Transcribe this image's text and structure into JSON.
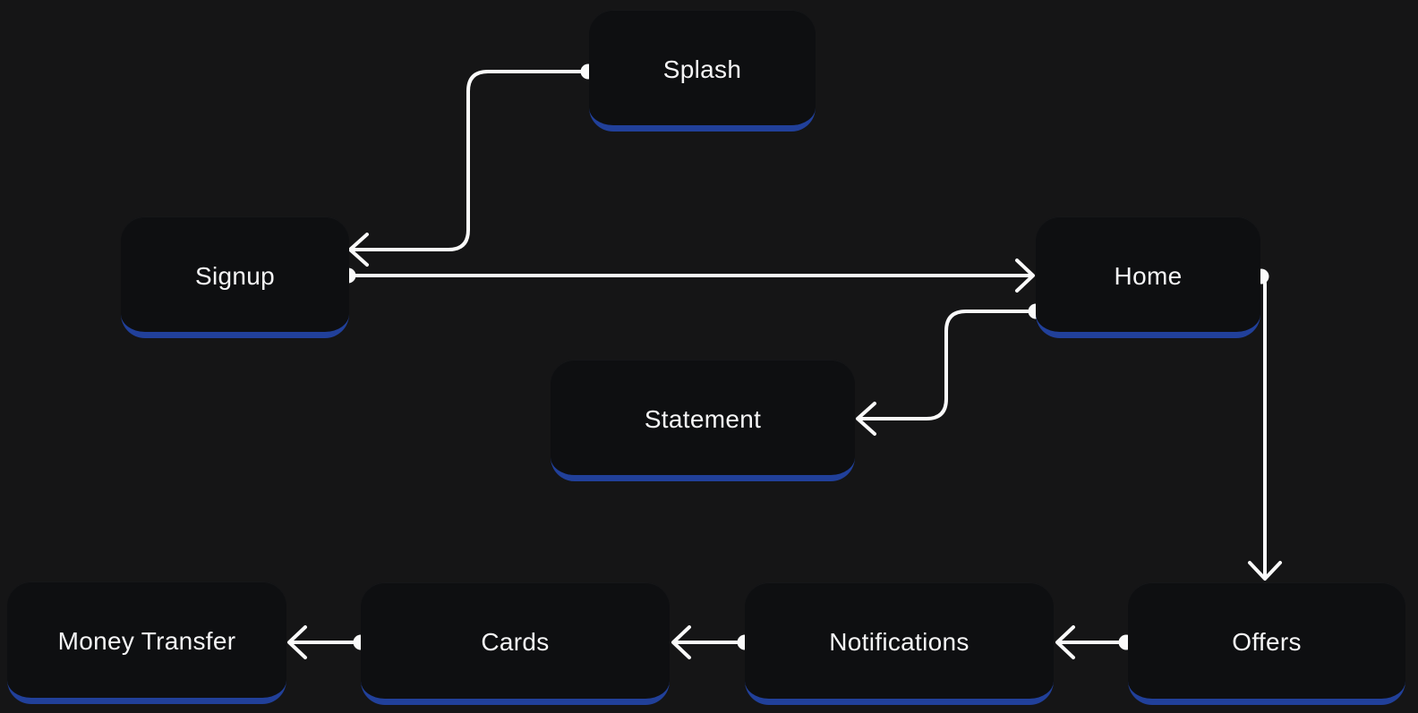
{
  "diagram": {
    "type": "user-flow",
    "colors": {
      "canvas-bg": "#151516",
      "node-fill": "#0e0f11",
      "node-accent": "#21409a",
      "connector": "#fafafa",
      "label": "#f5f5f6"
    },
    "nodes": [
      {
        "id": "splash",
        "label": "Splash"
      },
      {
        "id": "signup",
        "label": "Signup"
      },
      {
        "id": "home",
        "label": "Home"
      },
      {
        "id": "statement",
        "label": "Statement"
      },
      {
        "id": "money-transfer",
        "label": "Money Transfer"
      },
      {
        "id": "cards",
        "label": "Cards"
      },
      {
        "id": "notifications",
        "label": "Notifications"
      },
      {
        "id": "offers",
        "label": "Offers"
      }
    ],
    "edges": [
      {
        "from": "splash",
        "to": "signup"
      },
      {
        "from": "signup",
        "to": "home"
      },
      {
        "from": "home",
        "to": "statement"
      },
      {
        "from": "home",
        "to": "offers"
      },
      {
        "from": "offers",
        "to": "notifications"
      },
      {
        "from": "notifications",
        "to": "cards"
      },
      {
        "from": "cards",
        "to": "money-transfer"
      }
    ]
  }
}
